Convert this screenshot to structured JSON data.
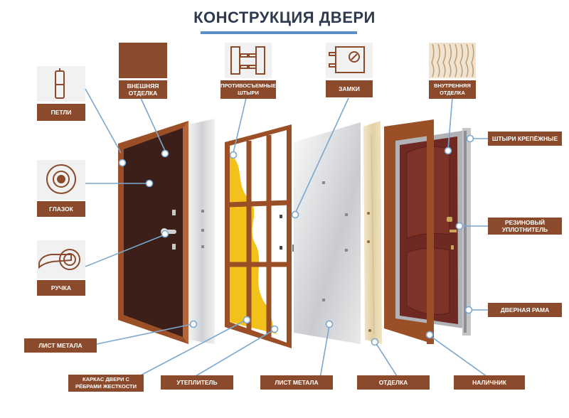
{
  "title": "КОНСТРУКЦИЯ ДВЕРИ",
  "labels": {
    "petli": "ПЕТЛИ",
    "vneshnyaya": "ВНЕШНЯЯ ОТДЕЛКА",
    "shtyri_protivosem": "ПРОТИВОСЪЕМНЫЕ ШТЫРИ",
    "zamki": "ЗАМКИ",
    "vnutrennyaya": "ВНУТРЕННЯЯ ОТДЕЛКА",
    "glazok": "ГЛАЗОК",
    "ruchka": "РУЧКА",
    "shtyri_krepezh": "ШТЫРИ КРЕПЁЖНЫЕ",
    "rezinovy": "РЕЗИНОВЫЙ УПЛОТНИТЕЛЬ",
    "ramka": "ДВЕРНАЯ РАМА",
    "list_metala_left": "ЛИСТ МЕТАЛА",
    "karkas": "КАРКАС ДВЕРИ С РЁБРАМИ ЖЕСТКОСТИ",
    "uteplitel": "УТЕПЛИТЕЛЬ",
    "list_metala_bottom": "ЛИСТ МЕТАЛА",
    "otdelka": "ОТДЕЛКА",
    "nalichnik": "НАЛИЧНИК"
  },
  "colors": {
    "label_bg": "#8b4a2b",
    "leader": "#7aa7cf",
    "frame": "#9a4f26",
    "door_outer": "#3b1f18",
    "insulation": "#f2c21a",
    "metal": "#d9dadc",
    "wood": "#e8d9b8",
    "panel": "#7a2f24",
    "title_bar": "#5b8fc7"
  }
}
